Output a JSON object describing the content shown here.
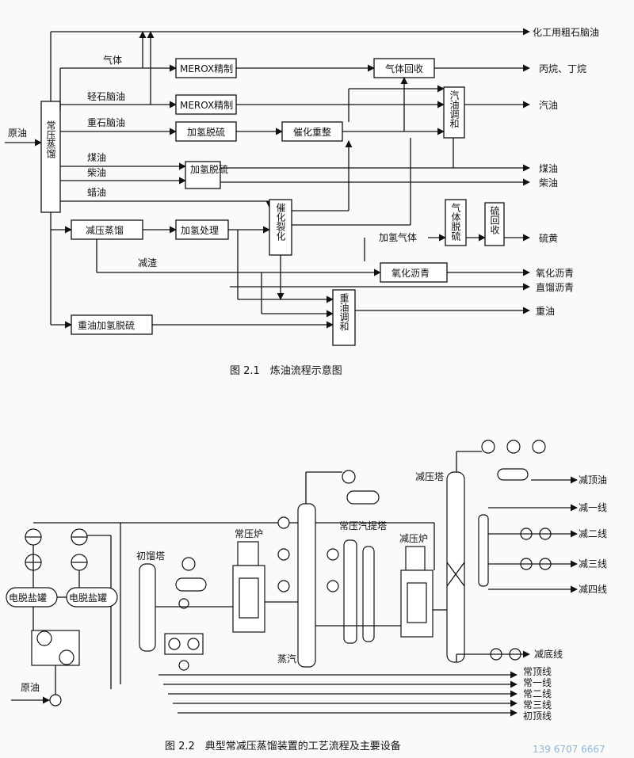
{
  "figure1": {
    "caption": "图 2.1　炼油流程示意图",
    "boxes": {
      "atm_distill": "常压蒸馏",
      "merox1": "MEROX精制",
      "merox2": "MEROX精制",
      "hds": "加氢脱硫",
      "cat_reform": "催化重整",
      "gas_recovery": "气体回收",
      "gasoline_blend": "汽油调和",
      "hds2": "加氢脱硫",
      "vac_distill": "减压蒸馏",
      "hydrotreat": "加氢处理",
      "fcc": "催化裂化",
      "gas_desulf": "气体脱硫",
      "sulfur_rec": "硫回收",
      "ox_asphalt": "氧化沥青",
      "resid_hds": "重油加氢脱硫",
      "fuel_blend": "重油调和"
    },
    "labels": {
      "crude": "原油",
      "gas": "气体",
      "light_naphtha": "轻石脑油",
      "heavy_naphtha": "重石脑油",
      "kerosene": "煤油",
      "diesel_in": "柴油",
      "wax_oil": "蜡油",
      "vac_resid": "减渣",
      "h2_gas": "加氢气体"
    },
    "products": {
      "chem_naphtha": "化工用粗石脑油",
      "propane_butane": "丙烷、丁烷",
      "gasoline": "汽油",
      "kerosene": "煤油",
      "diesel": "柴油",
      "sulfur": "硫黄",
      "ox_asphalt": "氧化沥青",
      "straight_asphalt": "直馏沥青",
      "fuel_oil": "重油"
    }
  },
  "figure2": {
    "caption": "图 2.2　典型常减压蒸馏装置的工艺流程及主要设备",
    "labels": {
      "pre_flash": "初馏塔",
      "atm_furnace": "常压炉",
      "stripper": "常压汽提塔",
      "vac_furnace": "减压炉",
      "vac_tower": "减压塔",
      "desalter1": "电脱盐罐",
      "desalter2": "电脱盐罐",
      "crude": "原油",
      "steam": "蒸汽"
    },
    "outlets_right": [
      "减顶油",
      "减一线",
      "减二线",
      "减三线",
      "减四线",
      "减底线"
    ],
    "outlets_bottom": [
      "常顶线",
      "常一线",
      "常二线",
      "常三线",
      "初顶线"
    ]
  },
  "watermark": "139 6707 6667"
}
